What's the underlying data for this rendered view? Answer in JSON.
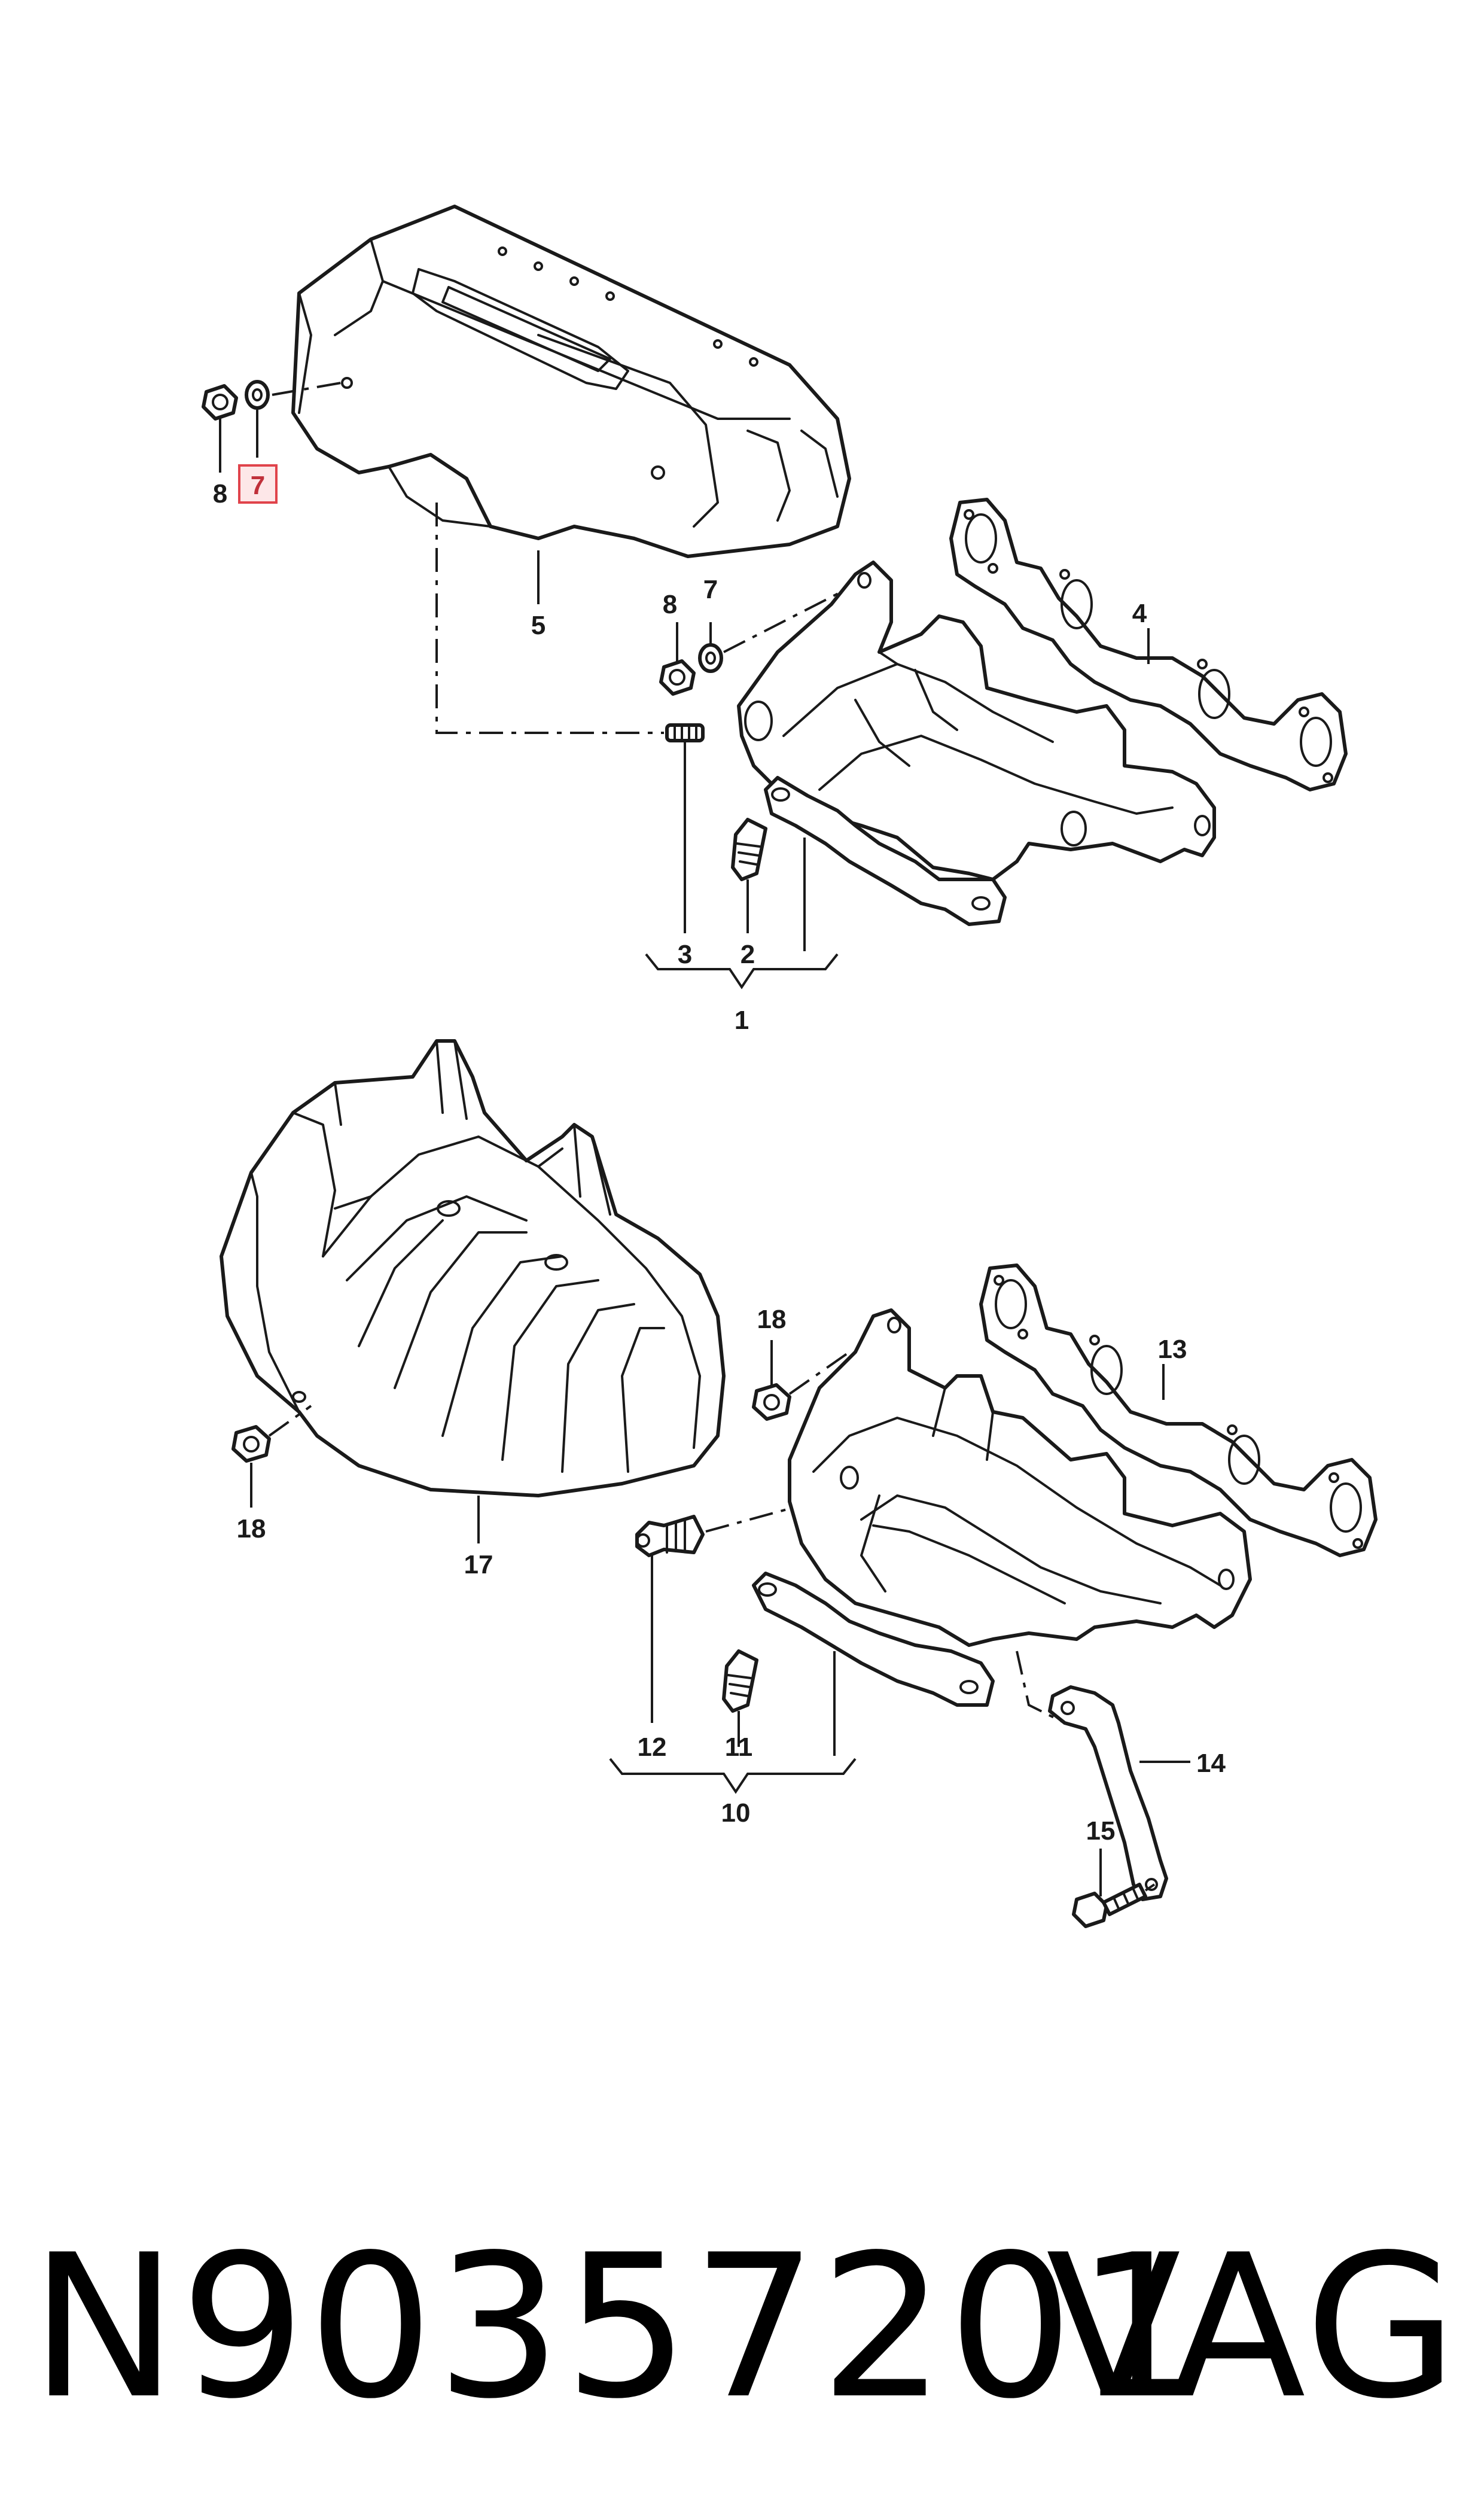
{
  "callouts": {
    "c1": "1",
    "c2": "2",
    "c3": "3",
    "c4": "4",
    "c5": "5",
    "c7a": "7",
    "c7b": "7",
    "c8a": "8",
    "c8b": "8",
    "c10": "10",
    "c11": "11",
    "c12": "12",
    "c13": "13",
    "c14": "14",
    "c15": "15",
    "c17": "17",
    "c18a": "18",
    "c18b": "18"
  },
  "highlight_color": "#e0434b",
  "footer": {
    "part_number": "N90357201",
    "brand": "VAG"
  }
}
